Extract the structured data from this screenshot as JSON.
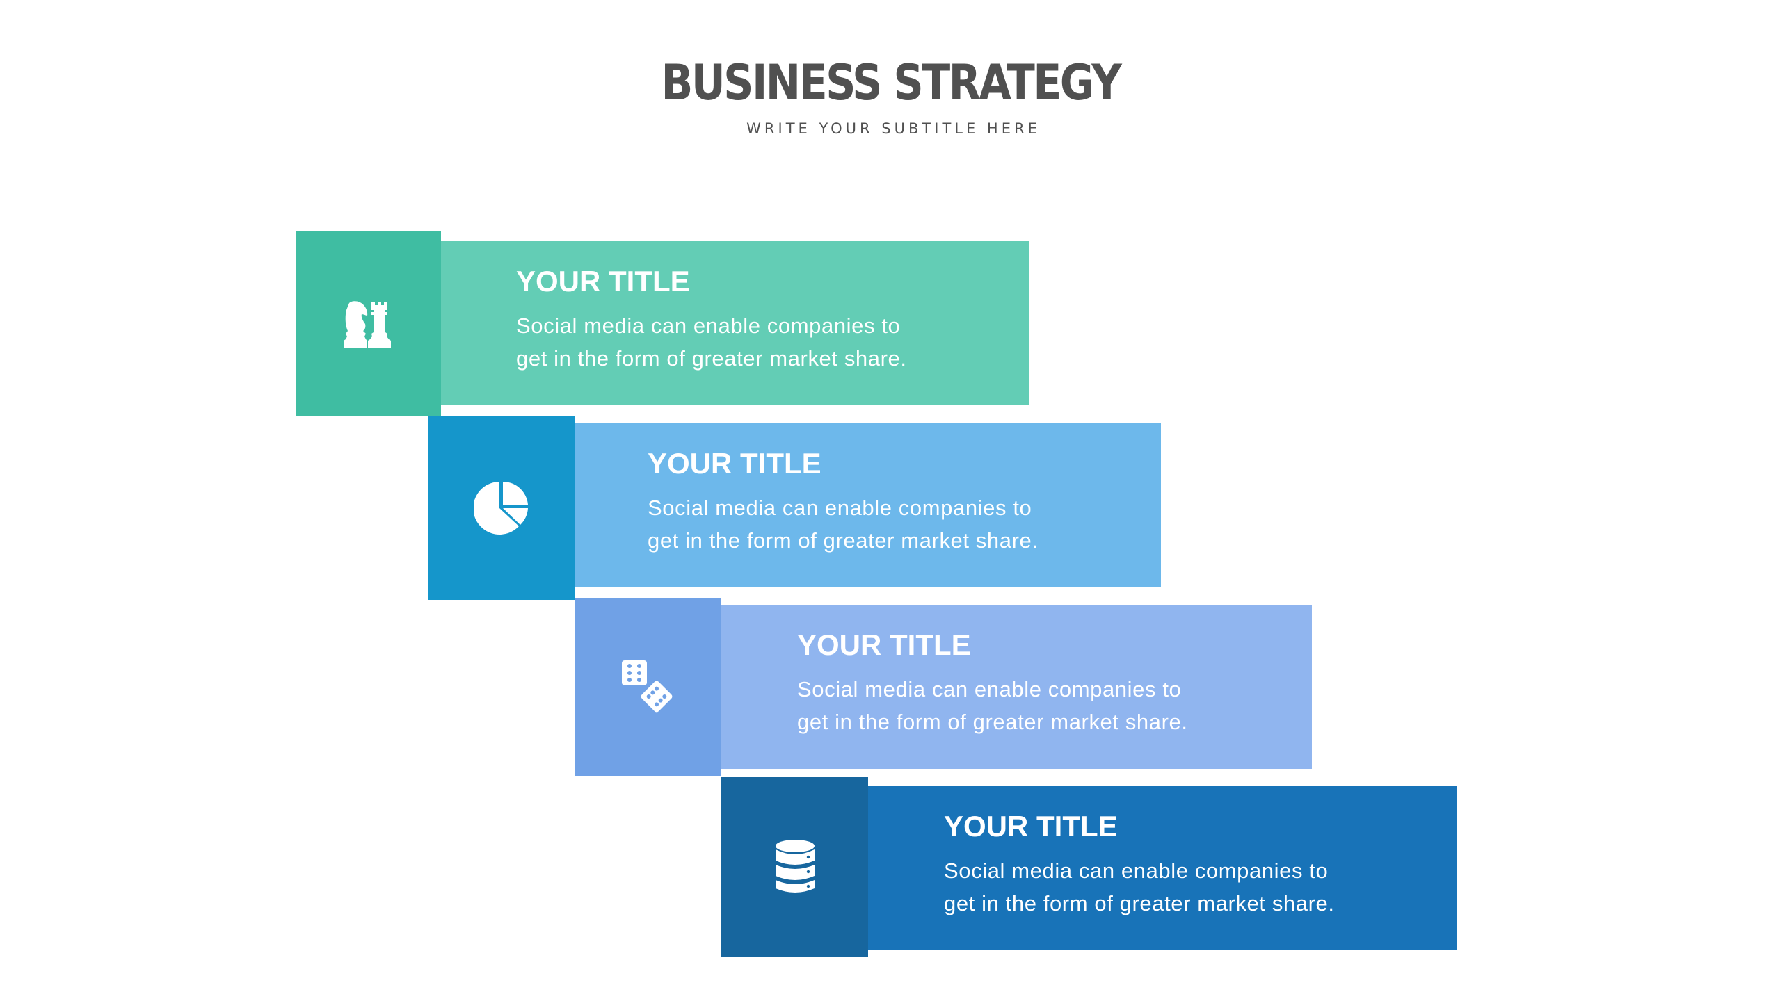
{
  "header": {
    "title": "BUSINESS STRATEGY",
    "subtitle": "WRITE YOUR SUBTITLE HERE"
  },
  "colors": {
    "title_text": "#505050",
    "card_text": "#ffffff"
  },
  "steps": [
    {
      "icon": "chess-pieces-icon",
      "icon_color": "#3FBDA2",
      "box_color": "#63CDB5",
      "title": "YOUR TITLE",
      "body_line1": "Social media can enable companies to",
      "body_line2": "get in the form of greater market share."
    },
    {
      "icon": "pie-chart-icon",
      "icon_color": "#1596CB",
      "box_color": "#6DB8EB",
      "title": "YOUR TITLE",
      "body_line1": "Social media can enable companies to",
      "body_line2": "get in the form of greater market share."
    },
    {
      "icon": "dice-icon",
      "icon_color": "#70A1E6",
      "box_color": "#90B5EF",
      "title": "YOUR TITLE",
      "body_line1": "Social media can enable companies to",
      "body_line2": "get in the form of greater market share."
    },
    {
      "icon": "database-icon",
      "icon_color": "#17669E",
      "box_color": "#1873B8",
      "title": "YOUR TITLE",
      "body_line1": "Social media can enable companies to",
      "body_line2": "get in the form of greater market share."
    }
  ]
}
